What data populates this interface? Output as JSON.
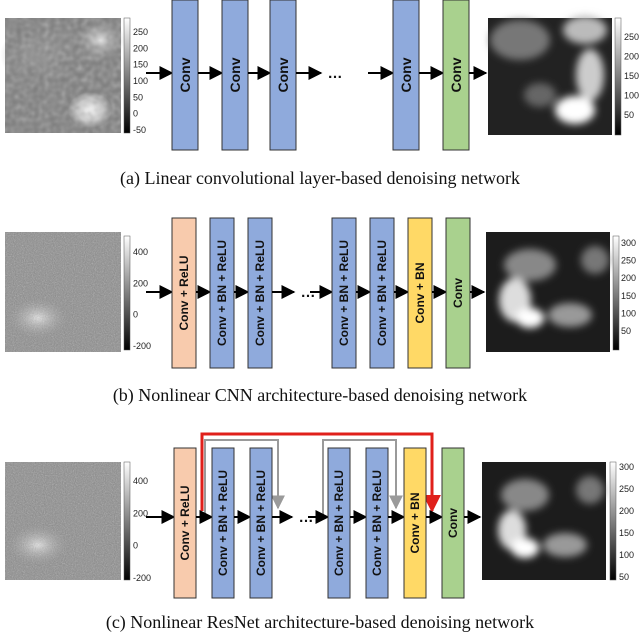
{
  "panels": [
    {
      "id": "a",
      "caption": "(a)  Linear convolutional layer-based denoising network",
      "input_colorbar_ticks": [
        "250",
        "200",
        "150",
        "100",
        "50",
        "0",
        "-50"
      ],
      "output_colorbar_ticks": [
        "250",
        "200",
        "150",
        "100",
        "50"
      ],
      "blocks": [
        {
          "label": "Conv",
          "color": "#8faadc"
        },
        {
          "label": "Conv",
          "color": "#8faadc"
        },
        {
          "label": "Conv",
          "color": "#8faadc"
        },
        {
          "label": "Conv",
          "color": "#8faadc"
        },
        {
          "label": "Conv",
          "color": "#a9d18e"
        }
      ],
      "ellipsis": "…"
    },
    {
      "id": "b",
      "caption": "(b)  Nonlinear CNN architecture-based denoising network",
      "input_colorbar_ticks": [
        "400",
        "200",
        "0",
        "-200"
      ],
      "output_colorbar_ticks": [
        "300",
        "250",
        "200",
        "150",
        "100",
        "50"
      ],
      "blocks": [
        {
          "label": "Conv + ReLU",
          "color": "#f8cbad"
        },
        {
          "label": "Conv + BN + ReLU",
          "color": "#8faadc"
        },
        {
          "label": "Conv + BN + ReLU",
          "color": "#8faadc"
        },
        {
          "label": "Conv + BN + ReLU",
          "color": "#8faadc"
        },
        {
          "label": "Conv + BN + ReLU",
          "color": "#8faadc"
        },
        {
          "label": "Conv + BN",
          "color": "#ffd966"
        },
        {
          "label": "Conv",
          "color": "#a9d18e"
        }
      ],
      "ellipsis": "…"
    },
    {
      "id": "c",
      "caption": "(c)  Nonlinear ResNet architecture-based denoising network",
      "input_colorbar_ticks": [
        "400",
        "200",
        "0",
        "-200"
      ],
      "output_colorbar_ticks": [
        "300",
        "250",
        "200",
        "150",
        "100",
        "50"
      ],
      "blocks": [
        {
          "label": "Conv + ReLU",
          "color": "#f8cbad"
        },
        {
          "label": "Conv + BN + ReLU",
          "color": "#8faadc"
        },
        {
          "label": "Conv + BN + ReLU",
          "color": "#8faadc"
        },
        {
          "label": "Conv + BN + ReLU",
          "color": "#8faadc"
        },
        {
          "label": "Conv + BN + ReLU",
          "color": "#8faadc"
        },
        {
          "label": "Conv + BN",
          "color": "#ffd966"
        },
        {
          "label": "Conv",
          "color": "#a9d18e"
        }
      ],
      "ellipsis": "…",
      "global_skip_color": "#e0201b",
      "local_skip_color": "#9a9a9a"
    }
  ]
}
